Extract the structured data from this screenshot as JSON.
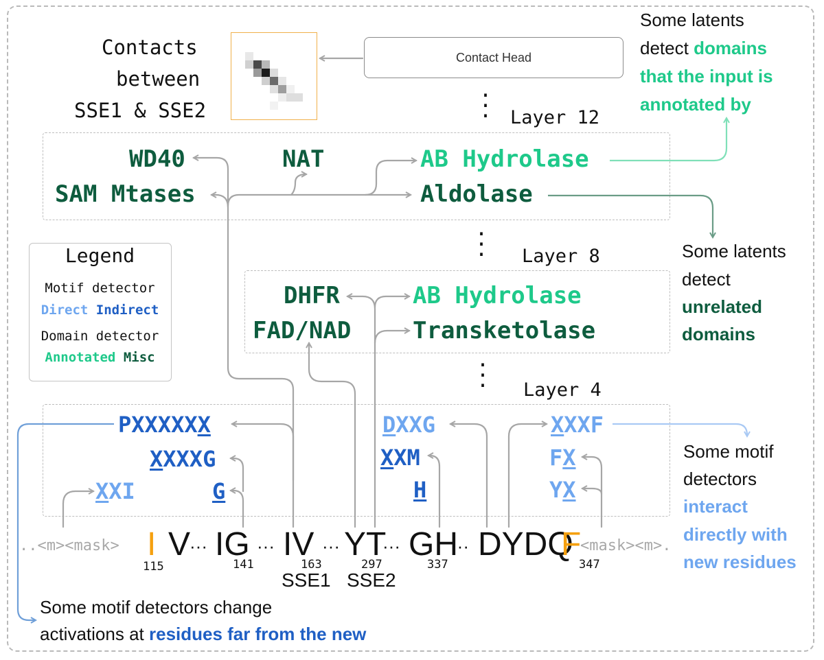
{
  "contact_head_label": "Contact Head",
  "contacts_caption": [
    "Contacts",
    "between",
    "SSE1 & SSE2"
  ],
  "layers": {
    "layer12": "Layer 12",
    "layer8": "Layer 8",
    "layer4": "Layer 4"
  },
  "layer12": {
    "wd40": "WD40",
    "sam": "SAM Mtases",
    "nat": "NAT",
    "ab": "AB Hydrolase",
    "aldolase": "Aldolase"
  },
  "layer8": {
    "dhfr": "DHFR",
    "fad": "FAD/NAD",
    "ab": "AB Hydrolase",
    "transketolase": "Transketolase"
  },
  "layer4": {
    "pxxxxxx_plain": "PXXXXX",
    "pxxxxxx_u": "X",
    "xxxxg_u": "X",
    "xxxxg_plain": "XXXG",
    "xxi_u": "X",
    "xxi_plain": "XI",
    "g_u": "G",
    "dxxg_u": "D",
    "dxxg_plain": "XXG",
    "xxm_u": "X",
    "xxm_plain": "XM",
    "h_u": "H",
    "xxxf_u": "X",
    "xxxf_plain": "XXF",
    "fx_plain": "F",
    "fx_u": "X",
    "yx_plain": "Y",
    "yx_u": "X"
  },
  "legend": {
    "title": "Legend",
    "motif_heading": "Motif detector",
    "direct": "Direct",
    "indirect": "Indirect",
    "domain_heading": "Domain detector",
    "annotated": "Annotated",
    "misc": "Misc"
  },
  "sequence": {
    "prefix": "..<m><mask>",
    "i115": "I",
    "v": "V",
    "dots": "···",
    "ig": "IG",
    "iv": "IV",
    "yt": "YT",
    "gh": "GH",
    "dydq": "DYDQ",
    "f347": "F",
    "suffix": "<mask><m>.",
    "positions": [
      "115",
      "141",
      "163",
      "297",
      "337",
      "347"
    ],
    "sse1": "SSE1",
    "sse2": "SSE2"
  },
  "annotations": {
    "top_line1": "Some latents",
    "top_line2_a": "detect ",
    "top_line2_b": "domains",
    "top_line3": "that the input is",
    "top_line4": "annotated by",
    "mid_line1": "Some latents",
    "mid_line2": "detect",
    "mid_line3": "unrelated",
    "mid_line4": "domains",
    "motif_line1": "Some motif",
    "motif_line2": "detectors",
    "motif_line3": "interact",
    "motif_line4": "directly with",
    "motif_line5": "new residues",
    "bottom_line1": "Some motif detectors change",
    "bottom_line2_a": "activations at ",
    "bottom_line2_b": "residues far from the new"
  },
  "colors": {
    "domain_annotated": "#1ec98a",
    "domain_misc": "#0e5c3e",
    "motif_direct": "#6ea6ef",
    "motif_indirect": "#1f5fc4",
    "new_residue": "#f5a00f",
    "arrow": "#a6a6a6"
  }
}
